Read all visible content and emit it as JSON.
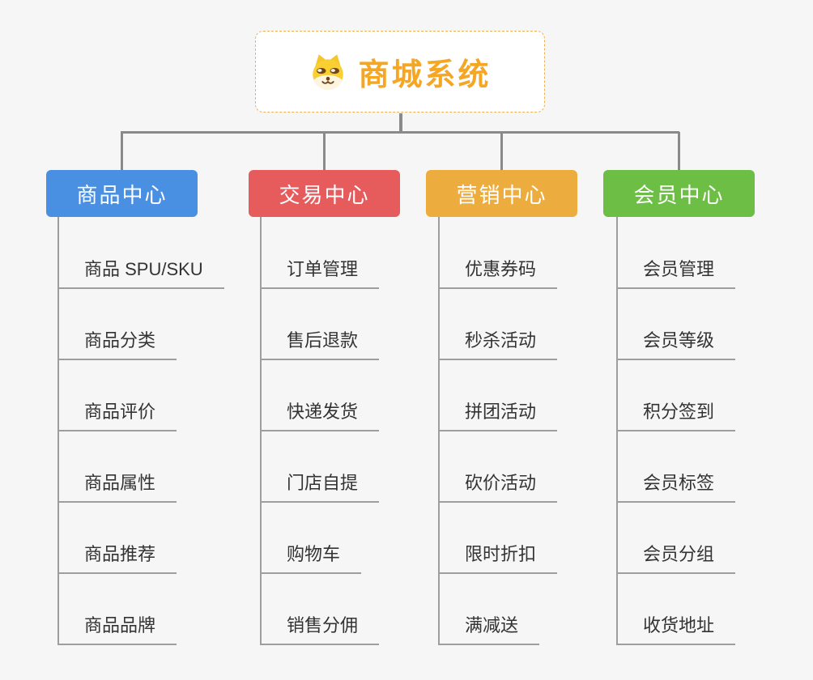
{
  "background": "#F6F6F6",
  "connector_color": "#8A8A8A",
  "line_color": "#9E9E9E",
  "text_color": "#333333",
  "branch_text_color": "#FFFFFF",
  "root": {
    "title": "商城系统",
    "title_color": "#F5A623",
    "border_color": "#EFAF54",
    "icon": "shiba-dog-icon"
  },
  "branches": [
    {
      "label": "商品中心",
      "color": "#4A90E2",
      "children": [
        "商品 SPU/SKU",
        "商品分类",
        "商品评价",
        "商品属性",
        "商品推荐",
        "商品品牌"
      ]
    },
    {
      "label": "交易中心",
      "color": "#E65C5C",
      "children": [
        "订单管理",
        "售后退款",
        "快递发货",
        "门店自提",
        "购物车",
        "销售分佣"
      ]
    },
    {
      "label": "营销中心",
      "color": "#EDAD3E",
      "children": [
        "优惠券码",
        "秒杀活动",
        "拼团活动",
        "砍价活动",
        "限时折扣",
        "满减送"
      ]
    },
    {
      "label": "会员中心",
      "color": "#6DBE45",
      "children": [
        "会员管理",
        "会员等级",
        "积分签到",
        "会员标签",
        "会员分组",
        "收货地址"
      ]
    }
  ]
}
